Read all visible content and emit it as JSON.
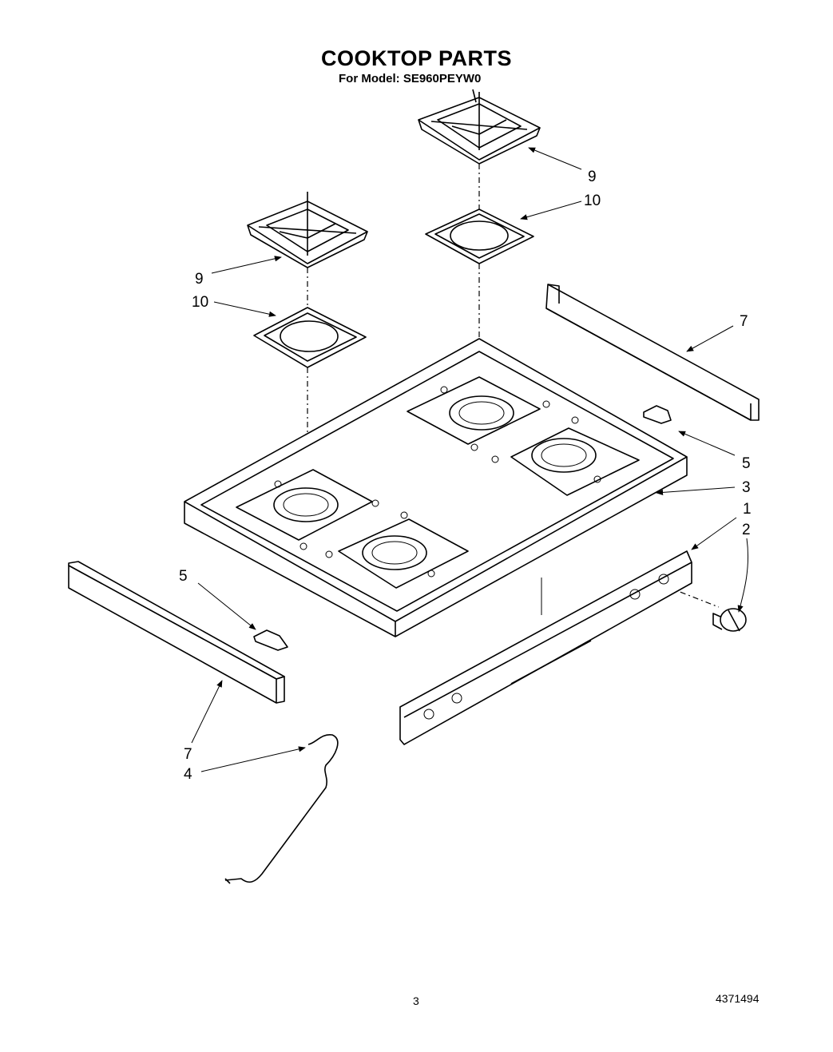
{
  "title": "COOKTOP PARTS",
  "subtitle": "For Model: SE960PEYW0",
  "page_number": "3",
  "document_number": "4371494",
  "callouts": [
    {
      "id": "grate-right",
      "label": "9"
    },
    {
      "id": "bowl-right",
      "label": "10"
    },
    {
      "id": "grate-left",
      "label": "9"
    },
    {
      "id": "bowl-left",
      "label": "10"
    },
    {
      "id": "side-trim-right",
      "label": "7"
    },
    {
      "id": "clip-right",
      "label": "5"
    },
    {
      "id": "cooktop",
      "label": "3"
    },
    {
      "id": "control-panel",
      "label": "1"
    },
    {
      "id": "knob",
      "label": "2"
    },
    {
      "id": "clip-left",
      "label": "5"
    },
    {
      "id": "side-trim-left",
      "label": "7"
    },
    {
      "id": "wire",
      "label": "4"
    }
  ]
}
